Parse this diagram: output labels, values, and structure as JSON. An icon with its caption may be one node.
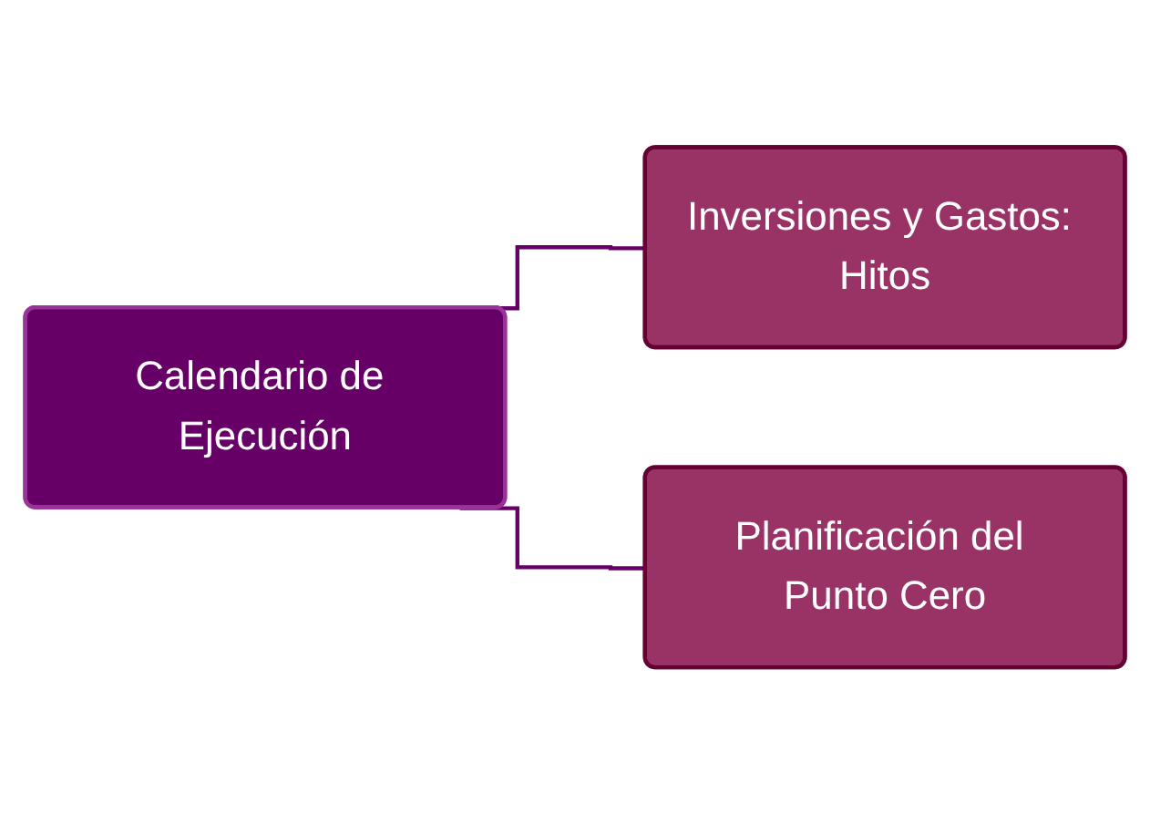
{
  "diagram": {
    "nodes": [
      {
        "text": [
          "Inversiones y Gastos: Hitos"
        ]
      },
      {
        "text": [
          "Calendario de Ejecución"
        ]
      },
      {
        "text": [
          "Planificación del Punto Cero"
        ]
      }
    ],
    "edges": [
      {
        "from": 1,
        "to": 0,
        "arrow": "none"
      },
      {
        "from": 1,
        "to": 2,
        "arrow": "none"
      }
    ]
  }
}
